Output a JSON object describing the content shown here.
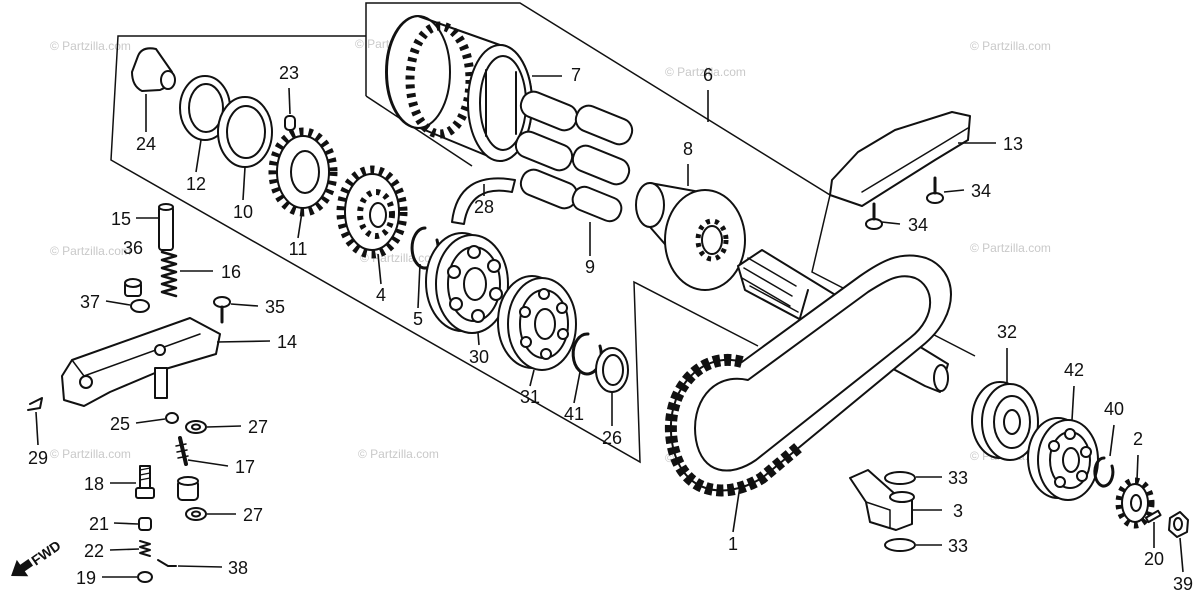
{
  "diagram": {
    "callouts": [
      "24",
      "12",
      "10",
      "23",
      "11",
      "4",
      "5",
      "30",
      "31",
      "41",
      "26",
      "28",
      "7",
      "6",
      "8",
      "9",
      "13",
      "34",
      "34",
      "15",
      "36",
      "16",
      "37",
      "35",
      "14",
      "29",
      "25",
      "27",
      "17",
      "18",
      "27",
      "21",
      "22",
      "19",
      "38",
      "32",
      "42",
      "40",
      "2",
      "33",
      "3",
      "33",
      "1",
      "20",
      "39"
    ],
    "fwd_label": "FWD",
    "watermark": "© Partzilla.com"
  }
}
